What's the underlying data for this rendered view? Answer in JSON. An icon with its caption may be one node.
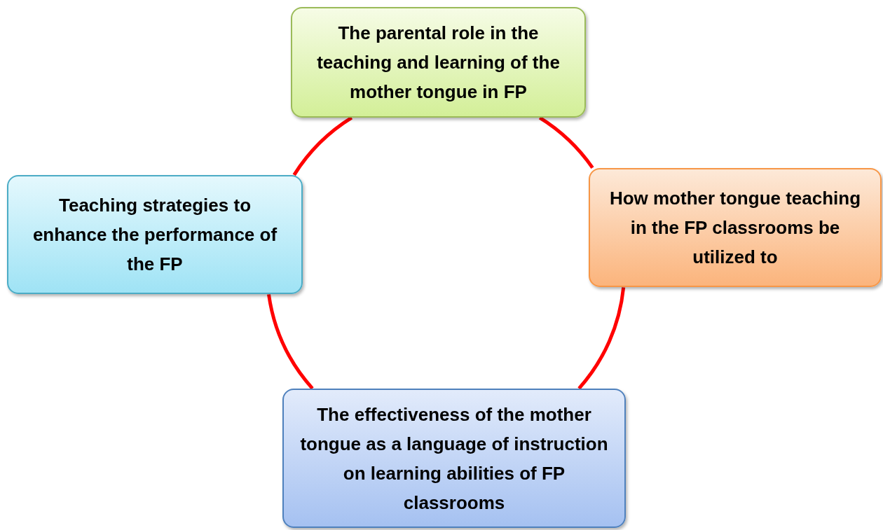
{
  "diagram": {
    "nodes": [
      {
        "text": [
          "The parental role in the teaching and learning of the mother tongue in FP"
        ]
      },
      {
        "text": [
          "How mother tongue teaching in the FP classrooms be utilized to"
        ]
      },
      {
        "text": [
          "The effectiveness of the mother tongue as a language of instruction on learning abilities of FP classrooms"
        ]
      },
      {
        "text": [
          "Teaching strategies to enhance the performance of the FP"
        ]
      }
    ],
    "edges": [
      {
        "from": 0,
        "to": 1,
        "arrow": "none"
      },
      {
        "from": 1,
        "to": 2,
        "arrow": "none"
      },
      {
        "from": 2,
        "to": 3,
        "arrow": "none"
      },
      {
        "from": 3,
        "to": 0,
        "arrow": "none"
      }
    ]
  }
}
